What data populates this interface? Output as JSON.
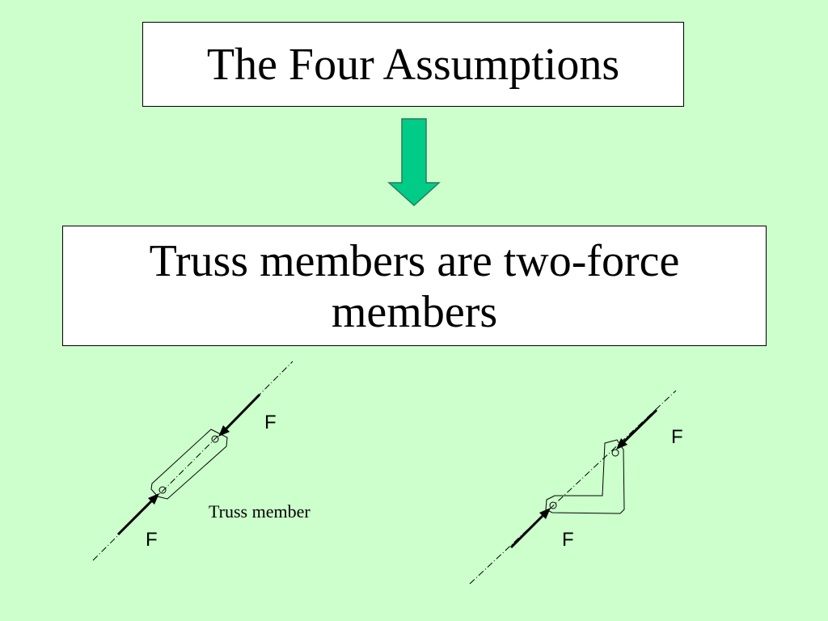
{
  "title": "The Four Assumptions",
  "statement": {
    "line1": "Truss members are two-force",
    "line2": "members"
  },
  "arrow_color": "#00cc88",
  "background_color": "#ccffcc",
  "diagram": {
    "straight_member": {
      "force_top_label": "F",
      "force_bottom_label": "F",
      "caption": "Truss member"
    },
    "bent_member": {
      "force_top_label": "F",
      "force_bottom_label": "F"
    }
  }
}
